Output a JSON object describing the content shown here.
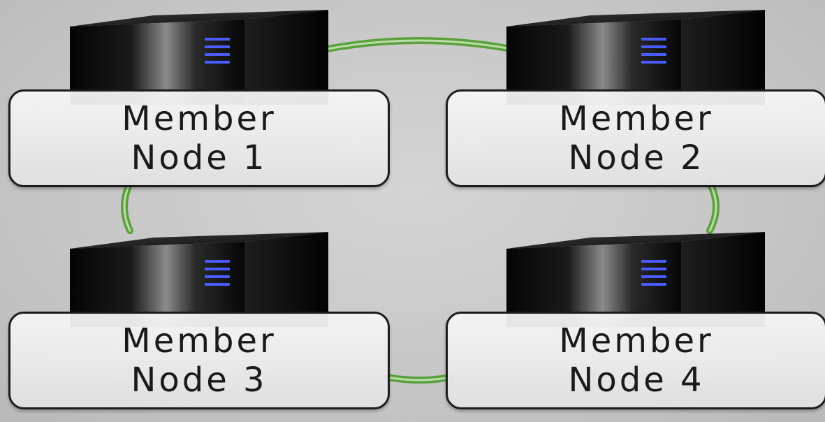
{
  "colors": {
    "background": "#c6c6c6",
    "server_dark": "#0a0a0a",
    "server_light": "#9a9a9a",
    "drive_led": "#4a5cff",
    "link_green": "#5ba03c",
    "label_border": "#1c1c1c"
  },
  "icons": {
    "server": "server-tower-icon"
  },
  "nodes": [
    {
      "id": "node-1",
      "line1": "Member",
      "line2": "Node 1"
    },
    {
      "id": "node-2",
      "line1": "Member",
      "line2": "Node 2"
    },
    {
      "id": "node-3",
      "line1": "Member",
      "line2": "Node 3"
    },
    {
      "id": "node-4",
      "line1": "Member",
      "line2": "Node 4"
    }
  ],
  "links": [
    {
      "from": "node-1",
      "to": "node-2"
    },
    {
      "from": "node-2",
      "to": "node-4"
    },
    {
      "from": "node-4",
      "to": "node-3"
    },
    {
      "from": "node-3",
      "to": "node-1"
    }
  ]
}
